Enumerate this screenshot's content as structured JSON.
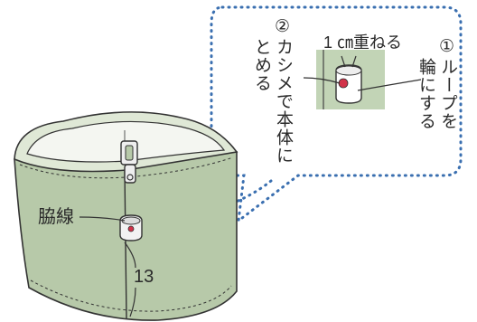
{
  "labels": {
    "step2_number": "②",
    "step2_line1": "カシメで本体に",
    "step2_line2": "とめる",
    "step1_number": "①",
    "step1_line1": "ループを",
    "step1_line2": "輪にする",
    "overlap": "1 ㎝重ねる",
    "side_seam": "脇線",
    "measurement": "13"
  },
  "colors": {
    "bag_green": "#b7c9a9",
    "callout_dots": "#3a6fb0",
    "inset_bg": "#c2d4b6",
    "rivet_red": "#d2334a"
  }
}
